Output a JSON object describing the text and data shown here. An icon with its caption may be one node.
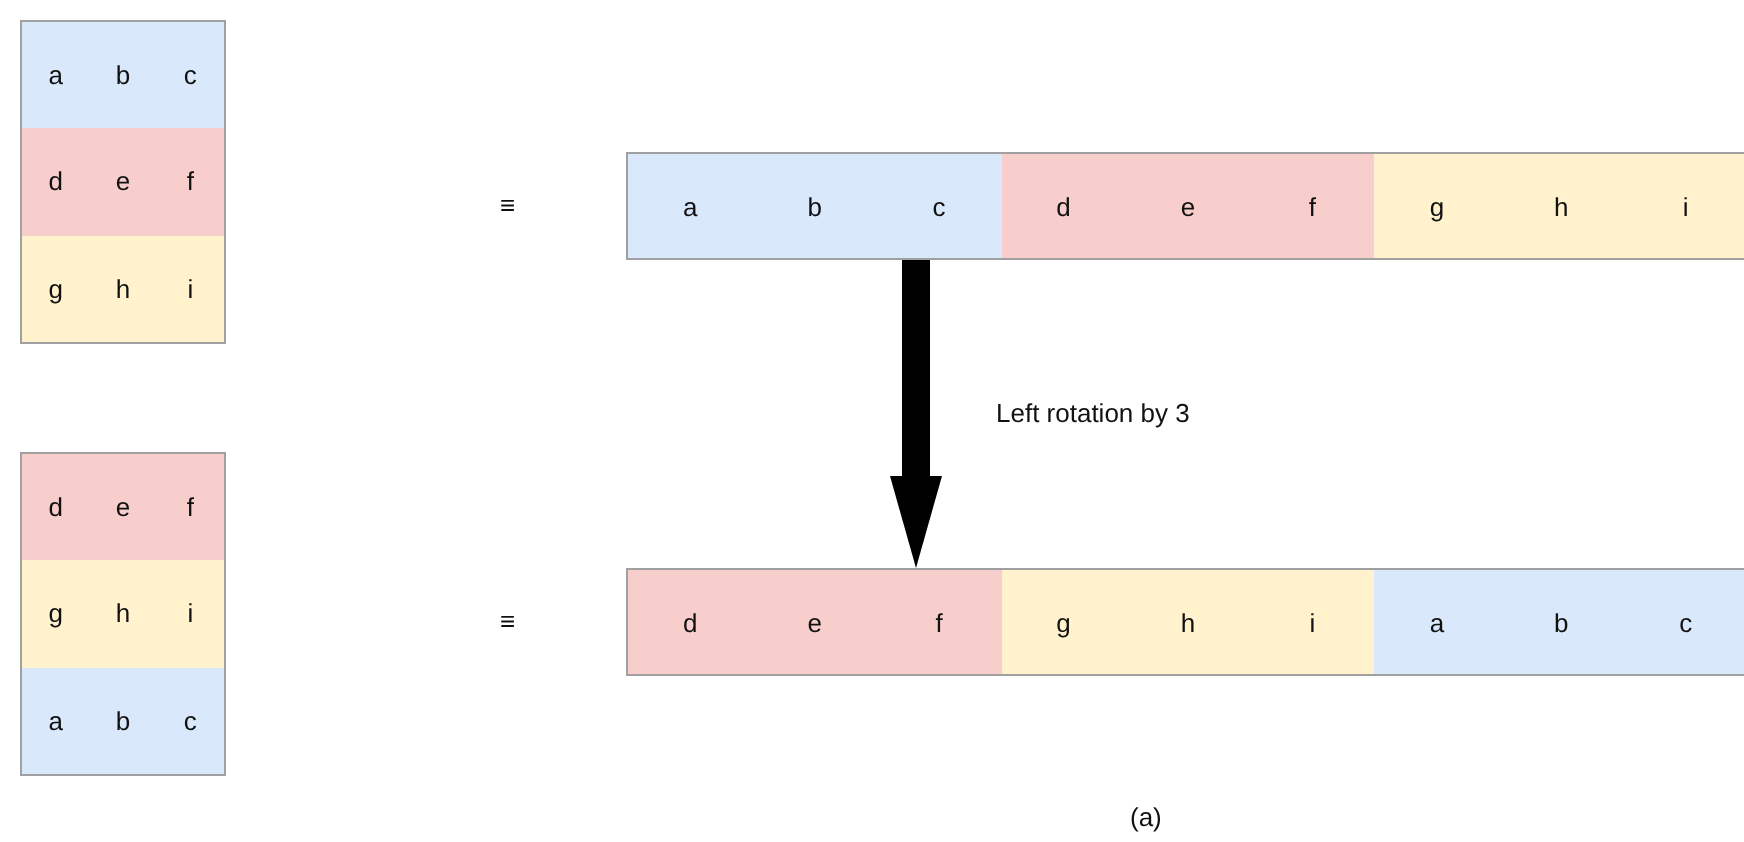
{
  "diagram": {
    "nodes": [
      {
        "text": [],
        "shape": "box"
      },
      {
        "text": [
          "a"
        ],
        "in": 0
      },
      {
        "text": [
          "b"
        ],
        "in": 0
      },
      {
        "text": [
          "c"
        ],
        "in": 0
      },
      {
        "text": [
          "d"
        ],
        "in": 0
      },
      {
        "text": [
          "e"
        ],
        "in": 0
      },
      {
        "text": [
          "f"
        ],
        "in": 0
      },
      {
        "text": [
          "g"
        ],
        "in": 0
      },
      {
        "text": [
          "h"
        ],
        "in": 0
      },
      {
        "text": [
          "i"
        ],
        "in": 0
      },
      {
        "text": [],
        "shape": "box"
      },
      {
        "text": [
          "a"
        ],
        "in": 10
      },
      {
        "text": [
          "b"
        ],
        "in": 10
      },
      {
        "text": [
          "c"
        ],
        "in": 10
      },
      {
        "text": [
          "d"
        ],
        "in": 10
      },
      {
        "text": [
          "e"
        ],
        "in": 10
      },
      {
        "text": [
          "f"
        ],
        "in": 10
      },
      {
        "text": [
          "g"
        ],
        "in": 10
      },
      {
        "text": [
          "h"
        ],
        "in": 10
      },
      {
        "text": [
          "i"
        ],
        "in": 10
      },
      {
        "text": [],
        "shape": "box"
      },
      {
        "text": [
          "d"
        ],
        "in": 20
      },
      {
        "text": [
          "e"
        ],
        "in": 20
      },
      {
        "text": [
          "f"
        ],
        "in": 20
      },
      {
        "text": [
          "g"
        ],
        "in": 20
      },
      {
        "text": [
          "h"
        ],
        "in": 20
      },
      {
        "text": [
          "i"
        ],
        "in": 20
      },
      {
        "text": [
          "a"
        ],
        "in": 20
      },
      {
        "text": [
          "b"
        ],
        "in": 20
      },
      {
        "text": [
          "c"
        ],
        "in": 20
      },
      {
        "text": [],
        "shape": "box"
      },
      {
        "text": [
          "d"
        ],
        "in": 30
      },
      {
        "text": [
          "e"
        ],
        "in": 30
      },
      {
        "text": [
          "f"
        ],
        "in": 30
      },
      {
        "text": [
          "g"
        ],
        "in": 30
      },
      {
        "text": [
          "h"
        ],
        "in": 30
      },
      {
        "text": [
          "i"
        ],
        "in": 30
      },
      {
        "text": [
          "a"
        ],
        "in": 30
      },
      {
        "text": [
          "b"
        ],
        "in": 30
      },
      {
        "text": [
          "c"
        ],
        "in": 30
      }
    ],
    "edges": [
      {
        "from": 10,
        "to": 30,
        "arrow": "to",
        "label": "Left rotation by 3"
      }
    ],
    "labels": [
      "≡",
      "≡",
      "(a)"
    ]
  }
}
